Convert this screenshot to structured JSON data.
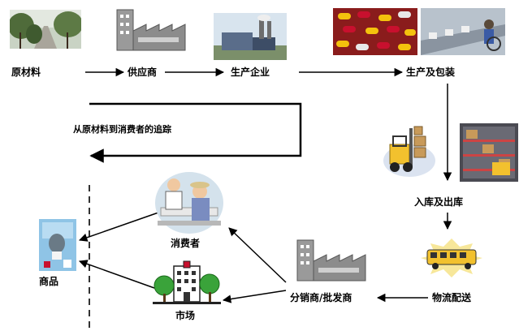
{
  "nodes": {
    "raw_material": {
      "label": "原材料"
    },
    "supplier": {
      "label": "供应商"
    },
    "producer": {
      "label": "生产企业"
    },
    "production_packaging": {
      "label": "生产及包装"
    },
    "warehousing": {
      "label": "入库及出库"
    },
    "logistics": {
      "label": "物流配送"
    },
    "distributor": {
      "label": "分销商/批发商"
    },
    "market": {
      "label": "市场"
    },
    "consumer": {
      "label": "消费者"
    },
    "goods": {
      "label": "商品"
    }
  },
  "loop_caption": "从原材料到消费者的追踪",
  "colors": {
    "arrow": "#000000",
    "building_gray": "#8c8c8c",
    "truck_yellow": "#f2c12e",
    "pill_red": "#c8102e",
    "pill_yellow": "#f4c20d",
    "tree_green": "#3aa33a"
  }
}
